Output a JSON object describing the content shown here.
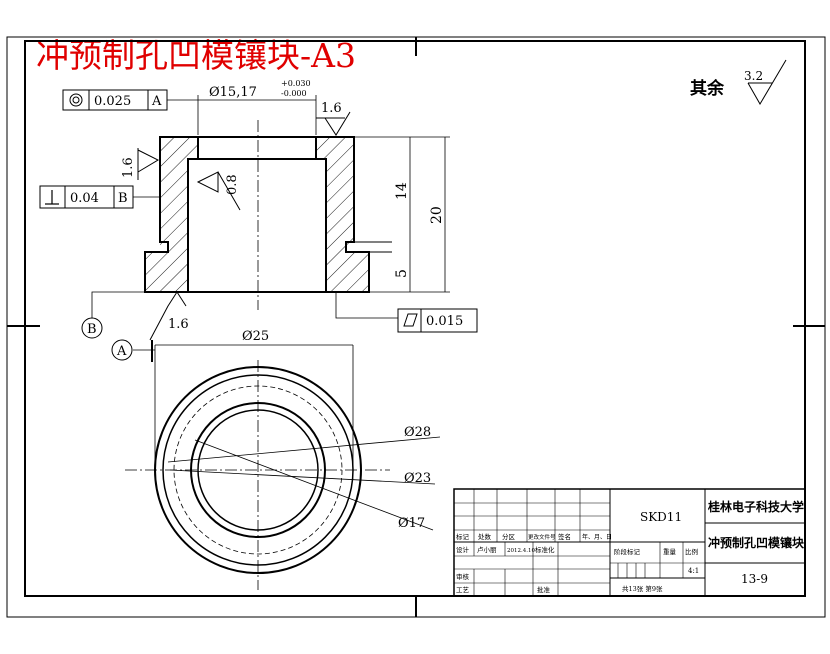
{
  "title": "冲预制孔凹模镶块-A3",
  "rest_roughness": {
    "label": "其余",
    "value": "3.2"
  },
  "tolerances": {
    "concentricity": {
      "value": "0.025",
      "datum": "A"
    },
    "perpendicularity": {
      "value": "0.04",
      "datum": "B"
    },
    "flatness": {
      "value": "0.015"
    }
  },
  "dimensions": {
    "bore": "Ø15,17",
    "bore_upper_dev": "+0.030",
    "bore_lower_dev": "-0.000",
    "height_total": "20",
    "height_upper": "14",
    "height_lower": "5",
    "d25": "Ø25",
    "d28": "Ø28",
    "d23": "Ø23",
    "d17": "Ø17"
  },
  "roughness": {
    "top": "1.6",
    "left": "1.6",
    "bore": "0.8",
    "bottom": "1.6"
  },
  "datums": {
    "a": "A",
    "b": "B"
  },
  "title_block": {
    "material": "SKD11",
    "school": "桂林电子科技大学",
    "part_name": "冲预制孔凹模镶块",
    "drawing_no": "13-9",
    "row_mark": [
      "标记",
      "处数",
      "分区",
      "更改文件号",
      "签名",
      "年、月、日"
    ],
    "design": "设计",
    "designer": "卢小丽",
    "date": "2012.4.10",
    "standardize": "标准化",
    "stage_mark": "阶段标记",
    "weight": "重量",
    "scale_label": "比例",
    "scale": "4:1",
    "review": "审核",
    "process": "工艺",
    "approve": "批准",
    "sheets": "共13张 第9张"
  }
}
